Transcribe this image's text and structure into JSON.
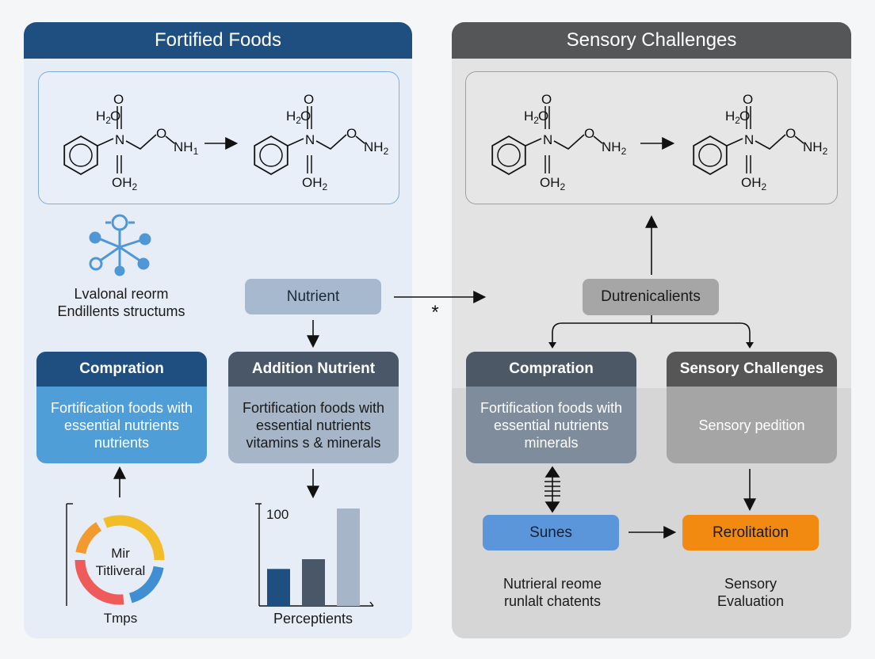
{
  "left_panel": {
    "title": "Fortified Foods",
    "network_caption": [
      "Lvalonal reorm",
      "Endillents structums"
    ],
    "nutrient_pill": "Nutrient",
    "card_left": {
      "title": "Compration",
      "body": [
        "Fortification foods with",
        "essential nutrients",
        "nutrients"
      ]
    },
    "card_right": {
      "title": "Addition Nutrient",
      "body": [
        "Fortification foods with",
        "essential nutrients",
        "vitamins s & minerals"
      ]
    },
    "donut_label": [
      "Mir",
      "Titliveral"
    ],
    "donut_caption": "Tmps",
    "chart_caption": "Perceptients"
  },
  "right_panel": {
    "title": "Sensory Challenges",
    "pill": "Dutrenicalients",
    "card_left": {
      "title": "Compration",
      "body": [
        "Fortification foods with",
        "essential nutrients",
        "minerals"
      ]
    },
    "card_right": {
      "title": "Sensory Challenges",
      "body": [
        "Sensory pedition"
      ]
    },
    "blue_box": "Sunes",
    "orange_box": "Rerolitation",
    "caption_left": [
      "Nutrieral reome",
      "runlalt chatents"
    ],
    "caption_right": [
      "Sensory",
      "Evaluation"
    ]
  },
  "molecule": {
    "top_label": "H2O",
    "top_o": "O",
    "n": "N",
    "o": "O",
    "nh_left_first": "NH1",
    "nh": "NH2",
    "bottom_label": "OH2"
  },
  "connector_star": "*",
  "colors": {
    "left_header": "#1f4f80",
    "right_header": "#555658",
    "accent_blue": "#3d8fd1",
    "orange": "#f28a12"
  },
  "chart_data": {
    "type": "bar",
    "categories": [
      "",
      "",
      ""
    ],
    "values": [
      38,
      48,
      100
    ],
    "annotations": [
      "100"
    ],
    "xlabel": "Perceptients",
    "ylim": [
      0,
      110
    ]
  },
  "donut_data": {
    "type": "pie",
    "segments": [
      {
        "color": "#f3bd2a",
        "value": 35
      },
      {
        "color": "#3f8fd2",
        "value": 20
      },
      {
        "color": "#ef5a5a",
        "value": 30
      },
      {
        "color": "#f29a2e",
        "value": 15
      }
    ]
  }
}
